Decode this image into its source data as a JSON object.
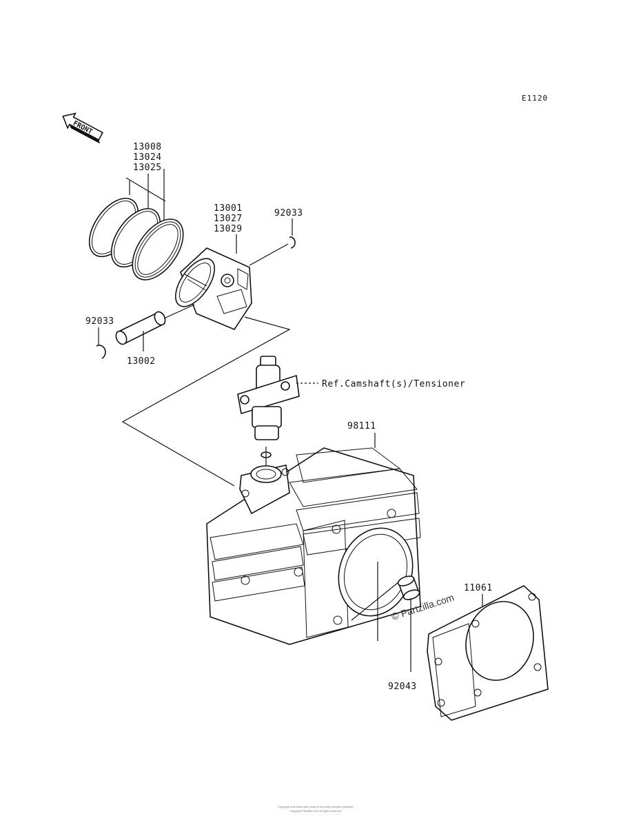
{
  "diagram_code": "E1120",
  "front_marker": "FRONT",
  "labels": {
    "rings": [
      "13008",
      "13024",
      "13025"
    ],
    "piston": [
      "13001",
      "13027",
      "13029"
    ],
    "clip_right": "92033",
    "clip_left": "92033",
    "piston_pin": "13002",
    "tensioner_ref": "Ref.Camshaft(s)/Tensioner",
    "cylinder": "98111",
    "gasket": "11061",
    "dowel": "92043"
  },
  "watermark": "© Partzilla.com",
  "footer_lines": [
    "Copyright and trademark notice of the parts diagram publisher",
    "Copyright Partzilla.com. All rights reserved."
  ]
}
